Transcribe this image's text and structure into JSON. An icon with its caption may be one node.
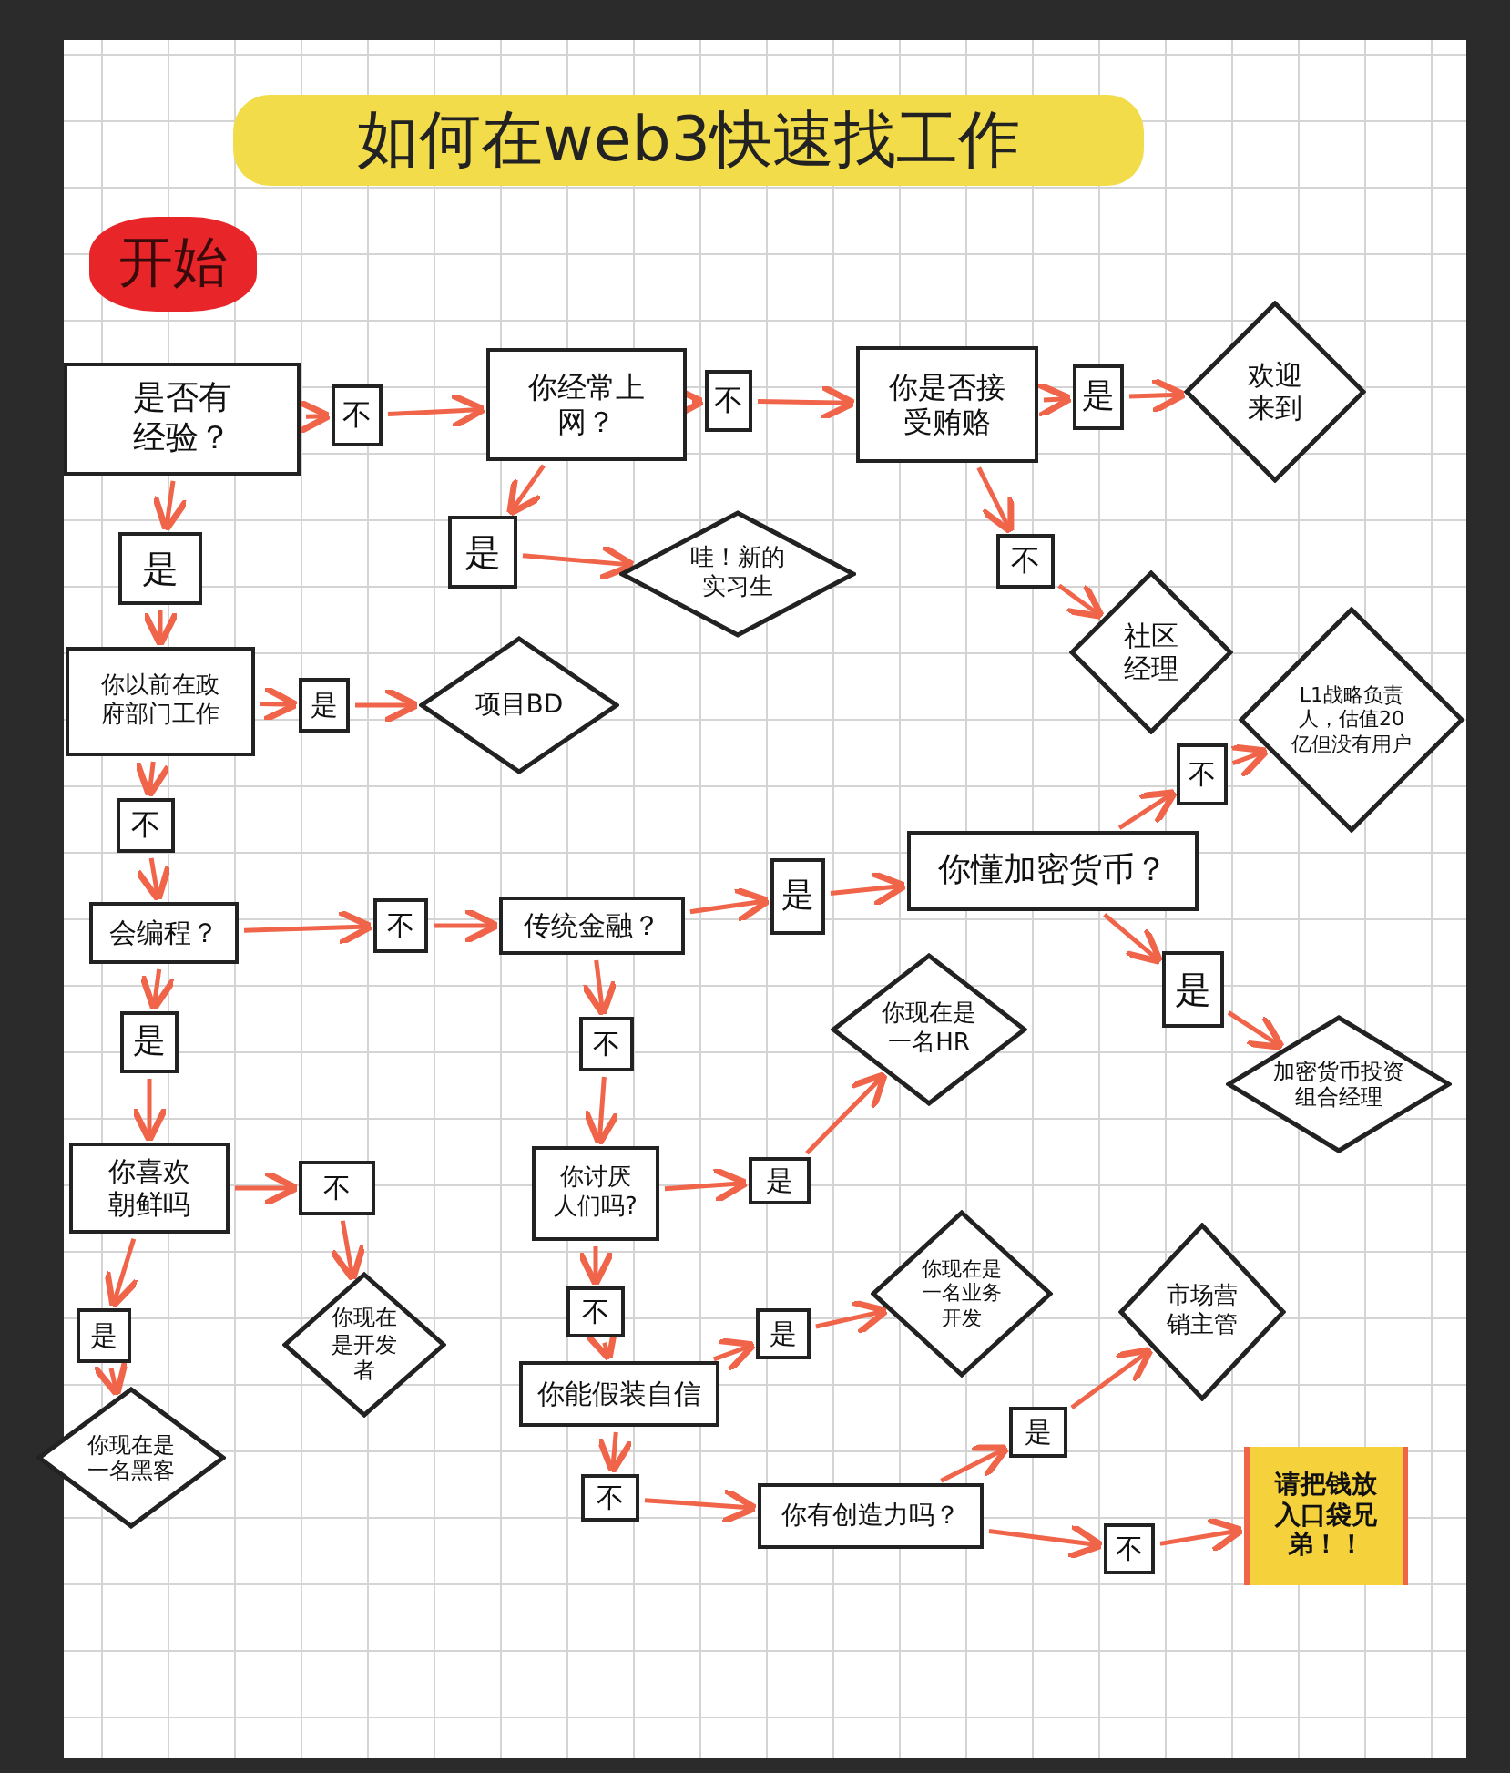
{
  "diagram": {
    "title": "如何在web3快速找工作",
    "nodes": [
      {
        "text": [
          "开始"
        ]
      },
      {
        "text": [
          "是否有经验？"
        ]
      },
      {
        "text": [
          "不"
        ]
      },
      {
        "text": [
          "你经常上网？"
        ]
      },
      {
        "text": [
          "不"
        ]
      },
      {
        "text": [
          "你是否接受贿赂"
        ]
      },
      {
        "text": [
          "是"
        ]
      },
      {
        "text": [
          "欢迎来到"
        ]
      },
      {
        "text": [
          "是"
        ]
      },
      {
        "text": [
          "是"
        ]
      },
      {
        "text": [
          "哇！新的实习生"
        ]
      },
      {
        "text": [
          "不"
        ]
      },
      {
        "text": [
          "社区经理"
        ]
      },
      {
        "text": [
          "你以前在政府部门工作"
        ]
      },
      {
        "text": [
          "是"
        ]
      },
      {
        "text": [
          "项目BD"
        ]
      },
      {
        "text": [
          "L1战略负责人，估值20亿但没有用户"
        ]
      },
      {
        "text": [
          "不"
        ]
      },
      {
        "text": [
          "不"
        ]
      },
      {
        "text": [
          "你懂加密货币？"
        ]
      },
      {
        "text": [
          "会编程？"
        ]
      },
      {
        "text": [
          "不"
        ]
      },
      {
        "text": [
          "传统金融？"
        ]
      },
      {
        "text": [
          "是"
        ]
      },
      {
        "text": [
          "不"
        ]
      },
      {
        "text": [
          "你现在是一名HR"
        ]
      },
      {
        "text": [
          "是"
        ]
      },
      {
        "text": [
          "加密货币投资组合经理"
        ]
      },
      {
        "text": [
          "是"
        ]
      },
      {
        "text": [
          "你喜欢朝鲜吗"
        ]
      },
      {
        "text": [
          "不"
        ]
      },
      {
        "text": [
          "你讨厌人们吗?"
        ]
      },
      {
        "text": [
          "是"
        ]
      },
      {
        "text": [
          "是"
        ]
      },
      {
        "text": [
          "你现在是开发者"
        ]
      },
      {
        "text": [
          "你现在是一名业务开发"
        ]
      },
      {
        "text": [
          "市场营销主管"
        ]
      },
      {
        "text": [
          "不"
        ]
      },
      {
        "text": [
          "是"
        ]
      },
      {
        "text": [
          "你能假装自信"
        ]
      },
      {
        "text": [
          "你现在是一名黑客"
        ]
      },
      {
        "text": [
          "不"
        ]
      },
      {
        "text": [
          "是"
        ]
      },
      {
        "text": [
          "你有创造力吗？"
        ]
      },
      {
        "text": [
          "不"
        ]
      },
      {
        "text": [
          "请把钱放入口袋兄弟！！"
        ]
      }
    ],
    "edges": [
      {
        "from": 1,
        "to": 2,
        "arrow": "to"
      },
      {
        "from": 2,
        "to": 3,
        "arrow": "to"
      },
      {
        "from": 3,
        "to": 4,
        "arrow": "to"
      },
      {
        "from": 4,
        "to": 5,
        "arrow": "to"
      },
      {
        "from": 5,
        "to": 6,
        "arrow": "to"
      },
      {
        "from": 6,
        "to": 7,
        "arrow": "to"
      },
      {
        "from": 5,
        "to": 11,
        "arrow": "to"
      },
      {
        "from": 11,
        "to": 12,
        "arrow": "to"
      },
      {
        "from": 3,
        "to": 9,
        "arrow": "to"
      },
      {
        "from": 9,
        "to": 10,
        "arrow": "to"
      },
      {
        "from": 1,
        "to": 8,
        "arrow": "to"
      },
      {
        "from": 8,
        "to": 13,
        "arrow": "to"
      },
      {
        "from": 13,
        "to": 14,
        "arrow": "to"
      },
      {
        "from": 14,
        "to": 15,
        "arrow": "to"
      },
      {
        "from": 13,
        "to": 18,
        "arrow": "to"
      },
      {
        "from": 18,
        "to": 20,
        "arrow": "to"
      },
      {
        "from": 20,
        "to": 21,
        "arrow": "to"
      },
      {
        "from": 21,
        "to": 22,
        "arrow": "to"
      },
      {
        "from": 22,
        "to": 23,
        "arrow": "to"
      },
      {
        "from": 23,
        "to": 19,
        "arrow": "to"
      },
      {
        "from": 19,
        "to": 17,
        "arrow": "to"
      },
      {
        "from": 17,
        "to": 16,
        "arrow": "to"
      },
      {
        "from": 19,
        "to": 26,
        "arrow": "to"
      },
      {
        "from": 26,
        "to": 27,
        "arrow": "to"
      },
      {
        "from": 22,
        "to": 24,
        "arrow": "to"
      },
      {
        "from": 24,
        "to": 31,
        "arrow": "to"
      },
      {
        "from": 31,
        "to": 32,
        "arrow": "to"
      },
      {
        "from": 32,
        "to": 25,
        "arrow": "to"
      },
      {
        "from": 20,
        "to": 28,
        "arrow": "to"
      },
      {
        "from": 28,
        "to": 29,
        "arrow": "to"
      },
      {
        "from": 29,
        "to": 30,
        "arrow": "to"
      },
      {
        "from": 30,
        "to": 34,
        "arrow": "to"
      },
      {
        "from": 29,
        "to": 33,
        "arrow": "to"
      },
      {
        "from": 33,
        "to": 40,
        "arrow": "to"
      },
      {
        "from": 31,
        "to": 37,
        "arrow": "to"
      },
      {
        "from": 37,
        "to": 39,
        "arrow": "to"
      },
      {
        "from": 39,
        "to": 38,
        "arrow": "to"
      },
      {
        "from": 38,
        "to": 35,
        "arrow": "to"
      },
      {
        "from": 39,
        "to": 41,
        "arrow": "to"
      },
      {
        "from": 41,
        "to": 43,
        "arrow": "to"
      },
      {
        "from": 43,
        "to": 42,
        "arrow": "to"
      },
      {
        "from": 42,
        "to": 36,
        "arrow": "to"
      },
      {
        "from": 43,
        "to": 44,
        "arrow": "to"
      },
      {
        "from": 44,
        "to": 45,
        "arrow": "to"
      }
    ]
  }
}
